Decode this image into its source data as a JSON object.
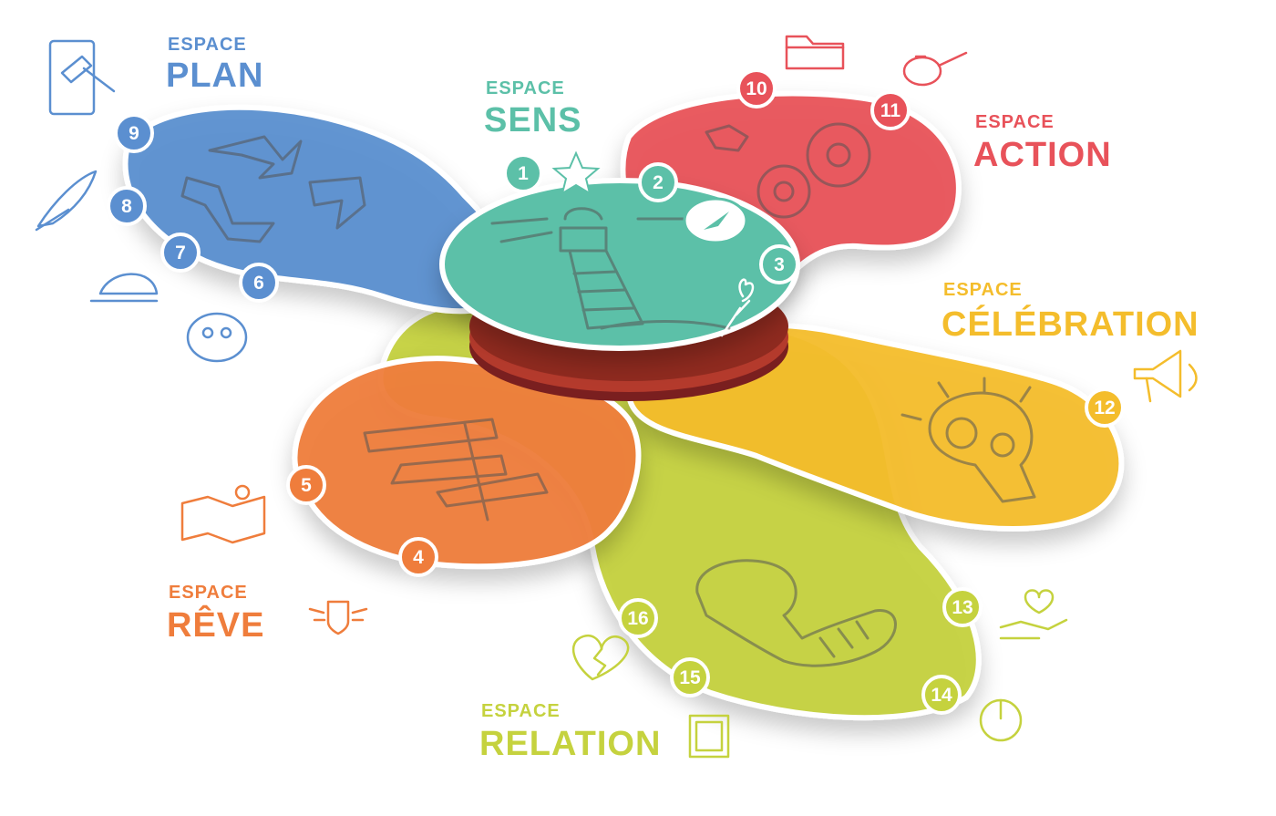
{
  "colors": {
    "plan": "#5b8fd0",
    "sens": "#5cc0a8",
    "action": "#e8525a",
    "celebration": "#f4bd2c",
    "reve": "#ef7d3c",
    "relation": "#c5d23e"
  },
  "spaces": {
    "plan": {
      "label_small": "ESPACE",
      "label_big": "PLAN",
      "icon": "recycle-arrows-icon"
    },
    "sens": {
      "label_small": "ESPACE",
      "label_big": "SENS",
      "icon": "lighthouse-icon"
    },
    "action": {
      "label_small": "ESPACE",
      "label_big": "ACTION",
      "icon": "gears-icon"
    },
    "celebration": {
      "label_small": "ESPACE",
      "label_big": "CÉLÉBRATION",
      "icon": "lightbulb-gears-icon"
    },
    "reve": {
      "label_small": "ESPACE",
      "label_big": "RÊVE",
      "icon": "signpost-icon"
    },
    "relation": {
      "label_small": "ESPACE",
      "label_big": "RELATION",
      "icon": "handshake-icon"
    }
  },
  "steps": {
    "s1": "1",
    "s2": "2",
    "s3": "3",
    "s4": "4",
    "s5": "5",
    "s6": "6",
    "s7": "7",
    "s8": "8",
    "s9": "9",
    "s10": "10",
    "s11": "11",
    "s12": "12",
    "s13": "13",
    "s14": "14",
    "s15": "15",
    "s16": "16"
  },
  "icons": [
    "star-icon",
    "compass-icon",
    "torch-icon",
    "folder-icon",
    "oil-can-icon",
    "megaphone-icon",
    "hand-heart-icon",
    "power-icon",
    "frame-icon",
    "broken-heart-icon",
    "wings-badge-icon",
    "map-icon",
    "rubber-icon",
    "cap-icon",
    "quill-icon",
    "gavel-book-icon"
  ]
}
